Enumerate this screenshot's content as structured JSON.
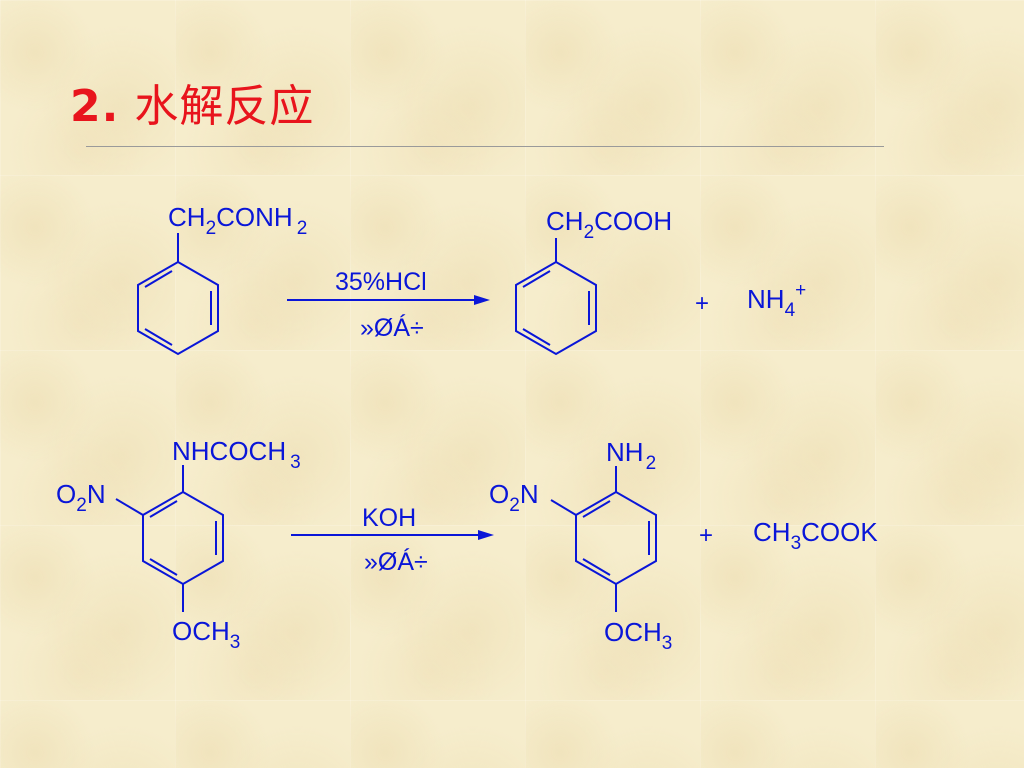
{
  "title": {
    "number": "2.",
    "text": "水解反应"
  },
  "reaction1": {
    "reactant": {
      "group": "CH",
      "sub": "2",
      "group2": "CONH",
      "sub2": "2"
    },
    "arrow": {
      "above": "35%HCl",
      "below": "»ØÁ÷"
    },
    "product": {
      "group": "CH",
      "sub": "2",
      "group2": "COOH"
    },
    "plus": "+",
    "byproduct": {
      "main": "NH",
      "sub": "4",
      "sup": "+"
    }
  },
  "reaction2": {
    "reactant": {
      "top": "NHCOCH",
      "top_sub": "3",
      "left_a": "O",
      "left_sub": "2",
      "left_b": "N",
      "bottom": "OCH",
      "bottom_sub": "3"
    },
    "arrow": {
      "above": "KOH",
      "below": "»ØÁ÷"
    },
    "product": {
      "top": "NH",
      "top_sub": "2",
      "left_a": "O",
      "left_sub": "2",
      "left_b": "N",
      "bottom": "OCH",
      "bottom_sub": "3"
    },
    "plus": "+",
    "byproduct": {
      "a": "CH",
      "sub": "3",
      "b": "COOK"
    }
  },
  "colors": {
    "title": "#e8141c",
    "structure": "#0a16d8",
    "rule": "#9a9a9a"
  }
}
